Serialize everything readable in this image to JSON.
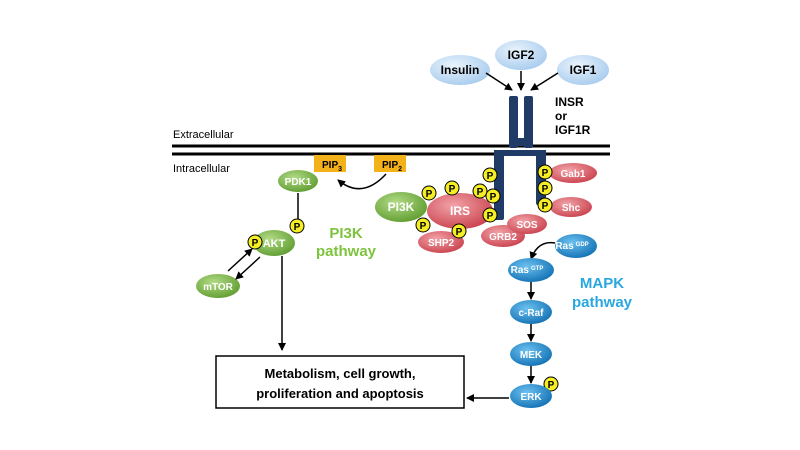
{
  "labels": {
    "extracellular": "Extracellular",
    "intracellular": "Intracellular",
    "insr": "INSR",
    "or": "or",
    "igf1r": "IGF1R",
    "pi3k_pathway_1": "PI3K",
    "pi3k_pathway_2": "pathway",
    "mapk_pathway_1": "MAPK",
    "mapk_pathway_2": "pathway",
    "outcome_1": "Metabolism, cell growth,",
    "outcome_2": "proliferation and apoptosis"
  },
  "ligands": {
    "insulin": "Insulin",
    "igf2": "IGF2",
    "igf1": "IGF1"
  },
  "nodes": {
    "pip3": "PIP",
    "pip3_sub": "3",
    "pip2": "PIP",
    "pip2_sub": "2",
    "pdk1": "PDK1",
    "akt": "AKT",
    "mtor": "mTOR",
    "pi3k": "PI3K",
    "irs": "IRS",
    "shp2": "SHP2",
    "grb2": "GRB2",
    "sos": "SOS",
    "gab1": "Gab1",
    "shc": "Shc",
    "ras_gdp": "Ras",
    "ras_gdp_sup": "GDP",
    "ras_gtp": "Ras",
    "ras_gtp_sup": "GTP",
    "craf": "c-Raf",
    "mek": "MEK",
    "erk": "ERK"
  },
  "phospho": "P",
  "colors": {
    "membrane": "#000000",
    "receptor": "#1f3b66",
    "ligand": "#bcd7f2",
    "green": "#7bb646",
    "green_text": "#7ec33d",
    "red": "#e05d68",
    "blue": "#1e8fd3",
    "blue_text": "#2aa7df",
    "pip": "#f3b21a",
    "phospho_fill": "#f6ee25"
  }
}
